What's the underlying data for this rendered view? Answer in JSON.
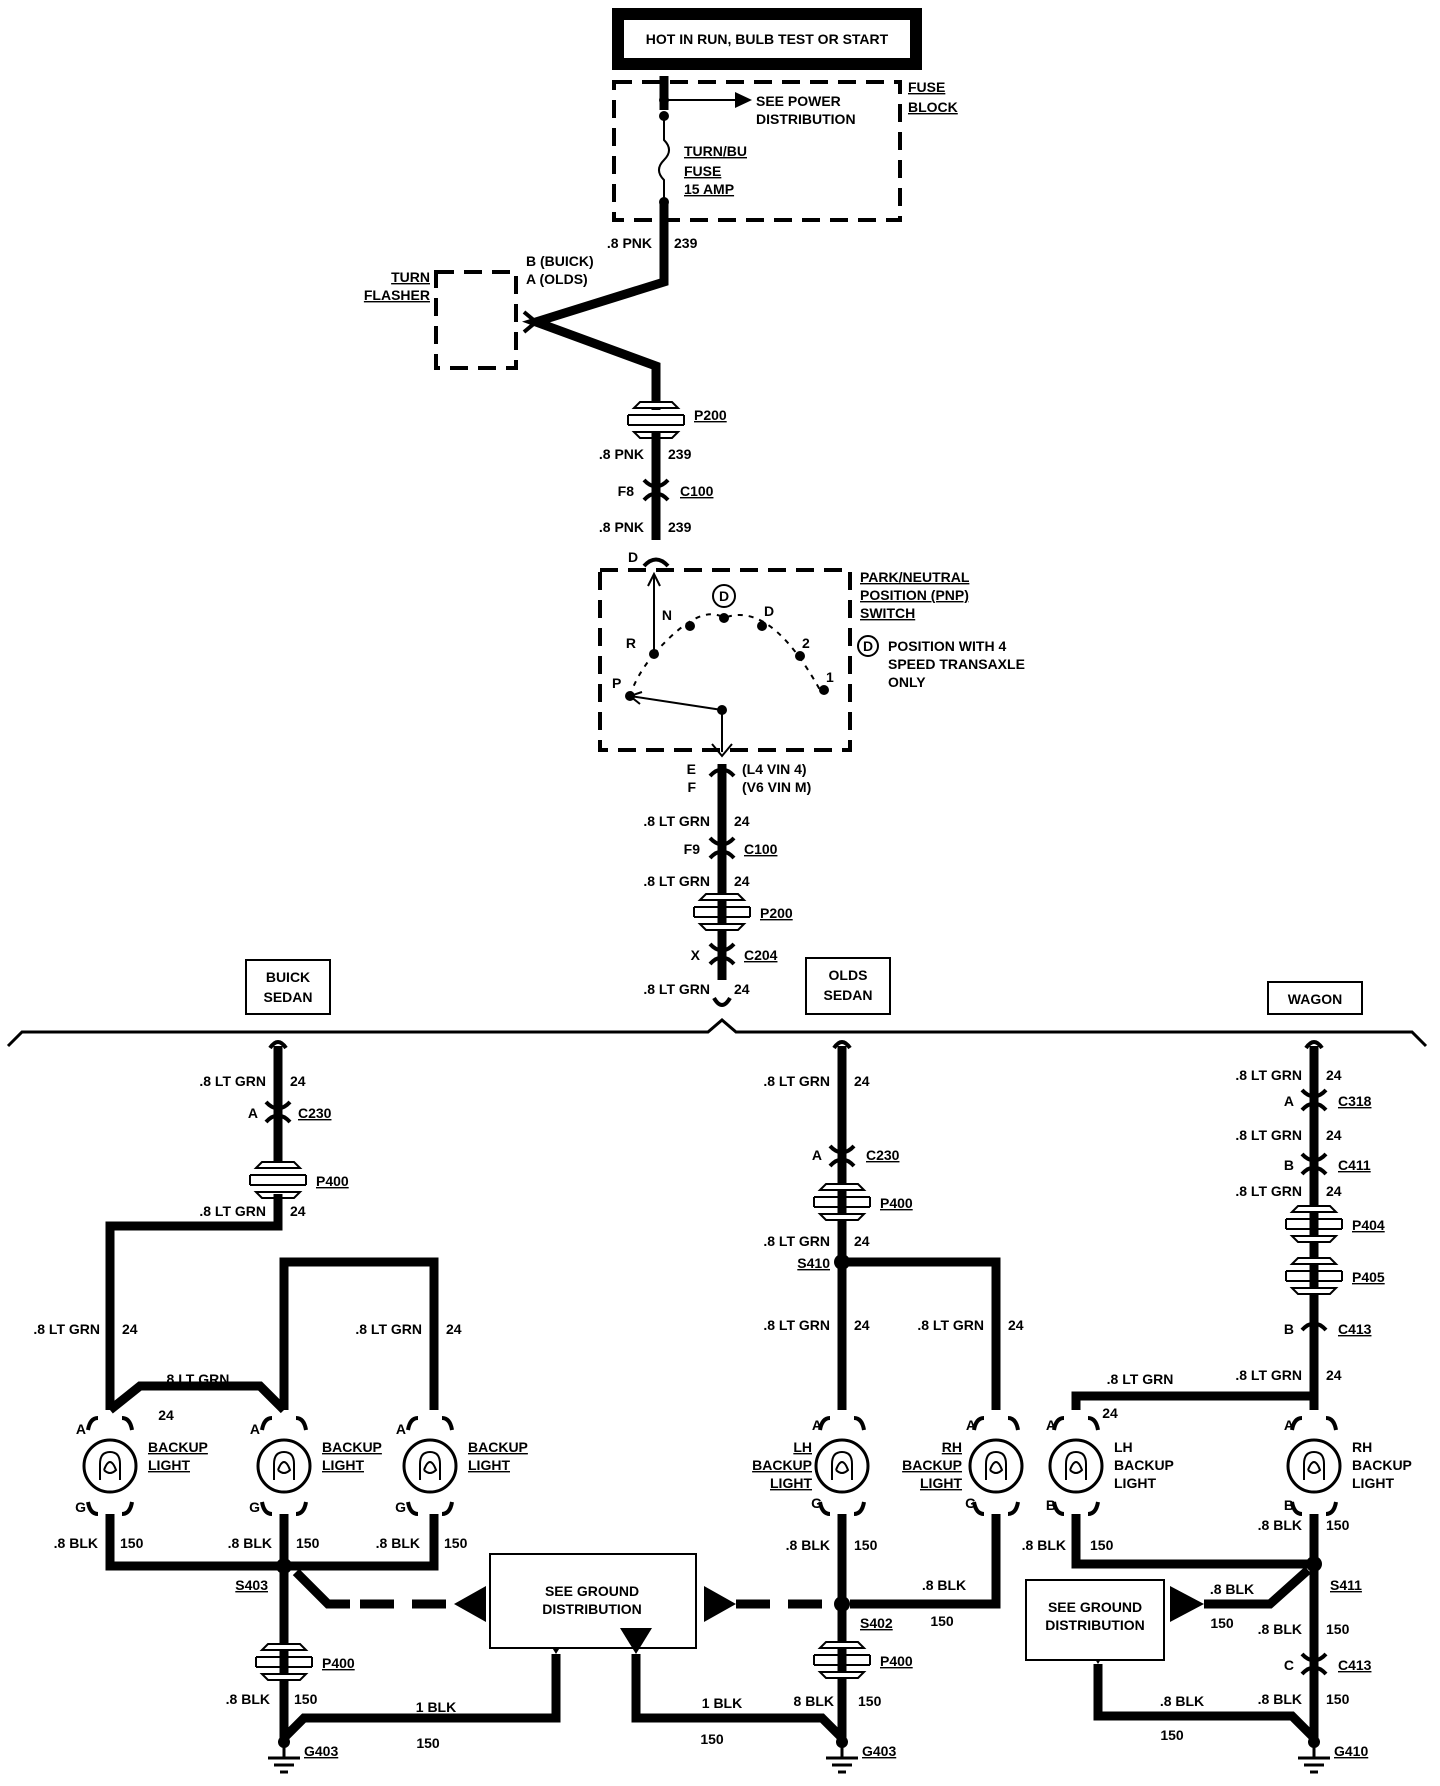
{
  "header": {
    "title": "HOT IN RUN, BULB TEST OR START"
  },
  "fuse_block": {
    "label_1": "FUSE",
    "label_2": "BLOCK",
    "see_power_1": "SEE POWER",
    "see_power_2": "DISTRIBUTION",
    "fuse_1": "TURN/BU",
    "fuse_2": "FUSE",
    "fuse_3": "15 AMP"
  },
  "turn_flasher": {
    "label_1": "TURN",
    "label_2": "FLASHER",
    "pin_b": "B (BUICK)",
    "pin_a": "A (OLDS)"
  },
  "pnp_switch": {
    "label_1": "PARK/NEUTRAL",
    "label_2": "POSITION (PNP)",
    "label_3": "SWITCH",
    "note_1": "POSITION WITH 4",
    "note_2": "SPEED TRANSAXLE",
    "note_3": "ONLY",
    "d_mark": "D",
    "pos_p": "P",
    "pos_r": "R",
    "pos_n": "N",
    "pos_d": "D",
    "pos_2": "2",
    "pos_1": "1",
    "pin_d": "D",
    "pin_e": "E",
    "pin_f": "F",
    "e_note": "(L4  VIN 4)",
    "f_note": "(V6  VIN M)"
  },
  "main_wire": {
    "pnk": ".8 PNK",
    "pnk_circuit": "239",
    "grn": ".8 LT GRN",
    "grn_circuit": "24",
    "p200": "P200",
    "c100": "C100",
    "c204": "C204",
    "f8": "F8",
    "f9": "F9",
    "x": "X"
  },
  "sections": {
    "buick_1": "BUICK",
    "buick_2": "SEDAN",
    "olds_1": "OLDS",
    "olds_2": "SEDAN",
    "wagon": "WAGON"
  },
  "buick": {
    "grn": ".8 LT GRN",
    "circuit": "24",
    "pin_a": "A",
    "pin_g": "G",
    "c230": "C230",
    "p400": "P400",
    "s403": "S403",
    "g403": "G403",
    "lamp_1": "BACKUP",
    "lamp_2": "LIGHT",
    "blk": ".8 BLK",
    "blk_circuit": "150",
    "blk1": "1 BLK"
  },
  "olds": {
    "grn": ".8 LT GRN",
    "circuit": "24",
    "pin_a": "A",
    "pin_g": "G",
    "c230": "C230",
    "p400": "P400",
    "s410": "S410",
    "s402": "S402",
    "g403": "G403",
    "lh_1": "LH",
    "lh_2": "BACKUP",
    "lh_3": "LIGHT",
    "rh_1": "RH",
    "rh_2": "BACKUP",
    "rh_3": "LIGHT",
    "blk": ".8 BLK",
    "blk_circuit": "150",
    "blk1": "1 BLK",
    "blk8": "8 BLK"
  },
  "wagon": {
    "grn": ".8 LT GRN",
    "circuit": "24",
    "pin_a": "A",
    "pin_b": "B",
    "pin_c": "C",
    "c318": "C318",
    "c411": "C411",
    "p404": "P404",
    "p405": "P405",
    "c413": "C413",
    "s411": "S411",
    "g410": "G410",
    "lh_1": "LH",
    "lh_2": "BACKUP",
    "lh_3": "LIGHT",
    "rh_1": "RH",
    "rh_2": "BACKUP",
    "rh_3": "LIGHT",
    "blk": ".8 BLK",
    "blk_circuit": "150"
  },
  "ground": {
    "see_1": "SEE GROUND",
    "see_2": "DISTRIBUTION"
  }
}
